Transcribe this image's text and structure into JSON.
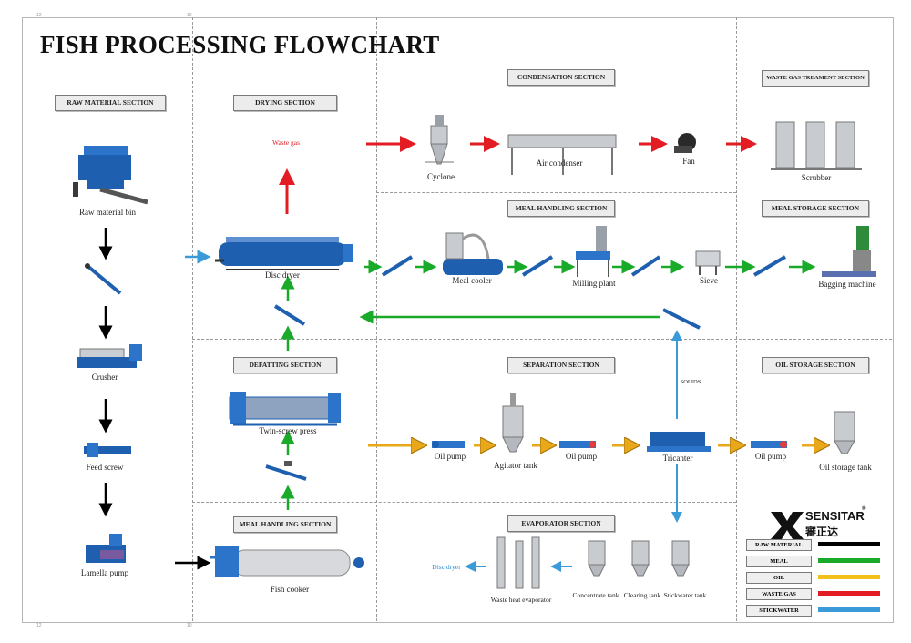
{
  "title": "FISH PROCESSING FLOWCHART",
  "sections": {
    "raw_material": "RAW MATERIAL SECTION",
    "drying": "DRYING SECTION",
    "condensation": "CONDENSATION SECTION",
    "waste_gas": "WASTE GAS TREAMENT SECTION",
    "meal_handling_top": "MEAL HANDLING SECTION",
    "meal_storage": "MEAL STORAGE SECTION",
    "defatting": "DEFATTING SECTION",
    "separation": "SEPARATION SECTION",
    "oil_storage": "OIL STORAGE SECTION",
    "meal_handling_bottom": "MEAL HANDLING SECTION",
    "evaporator": "EVAPORATOR SECTION"
  },
  "equipment": {
    "raw_material_bin": "Raw material bin",
    "crusher": "Crusher",
    "feed_screw": "Feed screw",
    "lamella_pump": "Lamella pump",
    "disc_dryer": "Disc dryer",
    "waste_gas": "Waste gas",
    "twin_screw_press": "Twin-screw press",
    "fish_cooker": "Fish cooker",
    "cyclone": "Cyclone",
    "air_condenser": "Air condenser",
    "fan": "Fan",
    "scrubber": "Scrubber",
    "meal_cooler": "Meal cooler",
    "milling_plant": "Milling plant",
    "sieve": "Sieve",
    "bagging_machine": "Bagging machine",
    "oil_pump_1": "Oil pump",
    "agitator_tank": "Agitator tank",
    "oil_pump_2": "Oil pump",
    "tricanter": "Tricanter",
    "oil_pump_3": "Oil pump",
    "oil_storage_tank": "Oil storage tank",
    "solids": "SOLIDS",
    "disc_dryer_return": "Disc dryer",
    "waste_heat_evaporator": "Waste heat evaporator",
    "concentrate_tank": "Concentrate tank",
    "clearing_tank": "Clearing tank",
    "stickwater_tank": "Stickwater tank"
  },
  "logo": {
    "brand": "SENSITAR",
    "cn": "審正达",
    "registered": "®"
  },
  "legend": [
    {
      "label": "RAW MATERIAL",
      "color": "#000000"
    },
    {
      "label": "MEAL",
      "color": "#1aaa2a"
    },
    {
      "label": "OIL",
      "color": "#f2c01c"
    },
    {
      "label": "WASTE GAS",
      "color": "#e31b23"
    },
    {
      "label": "STICKWATER",
      "color": "#3b9bd8"
    }
  ],
  "colors": {
    "raw": "#000000",
    "meal": "#1aaa2a",
    "oil": "#e8a81a",
    "gas": "#e31b23",
    "water": "#3b9bd8",
    "machine_blue": "#1f5fb0"
  }
}
